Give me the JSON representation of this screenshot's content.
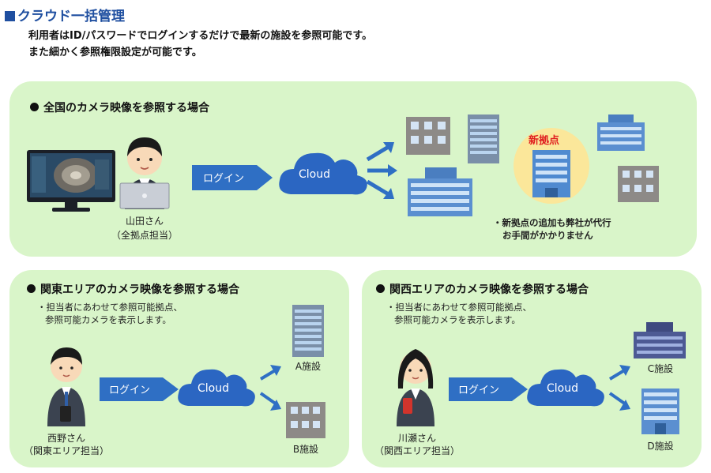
{
  "header": {
    "title": "クラウド一括管理",
    "subtitle_1": "利用者はID/パスワードでログインするだけで最新の施設を参照可能です。",
    "subtitle_2": "また細かく参照権限設定が可能です。"
  },
  "top_panel": {
    "title": "全国のカメラ映像を参照する場合",
    "person_name": "山田さん",
    "person_role": "（全拠点担当）",
    "login_label": "ログイン",
    "cloud_label": "Cloud",
    "new_site_badge": "新拠点",
    "note_1": "・新拠点の追加も弊社が代行",
    "note_2": "お手間がかかりません"
  },
  "kanto_panel": {
    "title": "関東エリアのカメラ映像を参照する場合",
    "note_1": "・担当者にあわせて参照可能拠点、",
    "note_2": "参照可能カメラを表示します。",
    "person_name": "西野さん",
    "person_role": "（関東エリア担当）",
    "login_label": "ログイン",
    "cloud_label": "Cloud",
    "facility_a": "A施設",
    "facility_b": "B施設"
  },
  "kansai_panel": {
    "title": "関西エリアのカメラ映像を参照する場合",
    "note_1": "・担当者にあわせて参照可能拠点、",
    "note_2": "参照可能カメラを表示します。",
    "person_name": "川瀬さん",
    "person_role": "（関西エリア担当）",
    "login_label": "ログイン",
    "cloud_label": "Cloud",
    "facility_c": "C施設",
    "facility_d": "D施設"
  },
  "colors": {
    "title_blue": "#1f4fa0",
    "panel_green": "#d9f5c9",
    "arrow_blue": "#2f6fc4",
    "cloud_blue": "#2b66c2",
    "badge_red": "#e02020",
    "highlight_yellow": "#fbe79a"
  }
}
